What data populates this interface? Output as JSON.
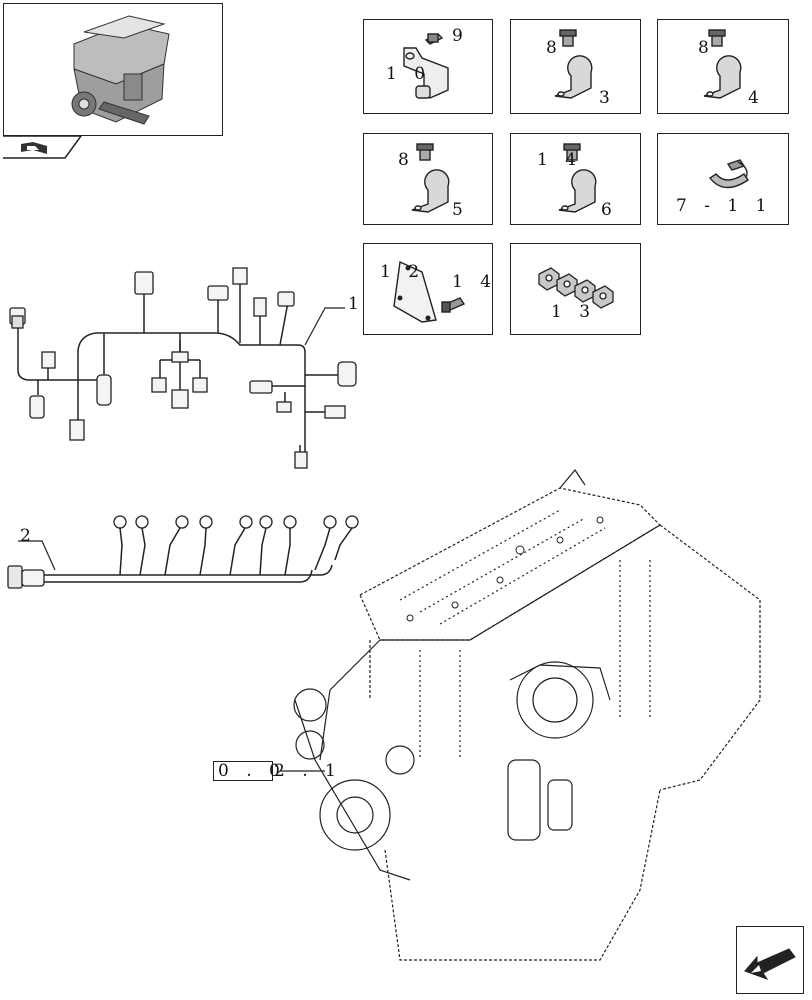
{
  "thumbnail": {
    "icon": "engine-thumbnail",
    "tab_icon": "arrow-flag-icon"
  },
  "kits": [
    {
      "id": "kit-9-10",
      "labels": [
        "9",
        "1 0"
      ],
      "icon": "bracket-icon"
    },
    {
      "id": "kit-8-3",
      "labels": [
        "8",
        "3"
      ],
      "icon": "p-clamp-icon"
    },
    {
      "id": "kit-8-4",
      "labels": [
        "8",
        "4"
      ],
      "icon": "p-clamp-icon"
    },
    {
      "id": "kit-8-5",
      "labels": [
        "8",
        "5"
      ],
      "icon": "p-clamp-icon"
    },
    {
      "id": "kit-14-6",
      "labels": [
        "1 4",
        "6"
      ],
      "icon": "p-clamp-icon"
    },
    {
      "id": "kit-7-11",
      "labels": [
        "7 - 1 1"
      ],
      "icon": "cable-tie-icon"
    },
    {
      "id": "kit-12-14",
      "labels": [
        "1 2",
        "1 4"
      ],
      "icon": "plate-icon"
    },
    {
      "id": "kit-13",
      "labels": [
        "1 3"
      ],
      "icon": "multi-clip-icon"
    }
  ],
  "callouts": {
    "harness_main": "1",
    "harness_injector": "2"
  },
  "reference": {
    "prefix": "0 . 0",
    "suffix": "2 . 1"
  },
  "nav": {
    "icon": "next-page-arrow-icon"
  }
}
